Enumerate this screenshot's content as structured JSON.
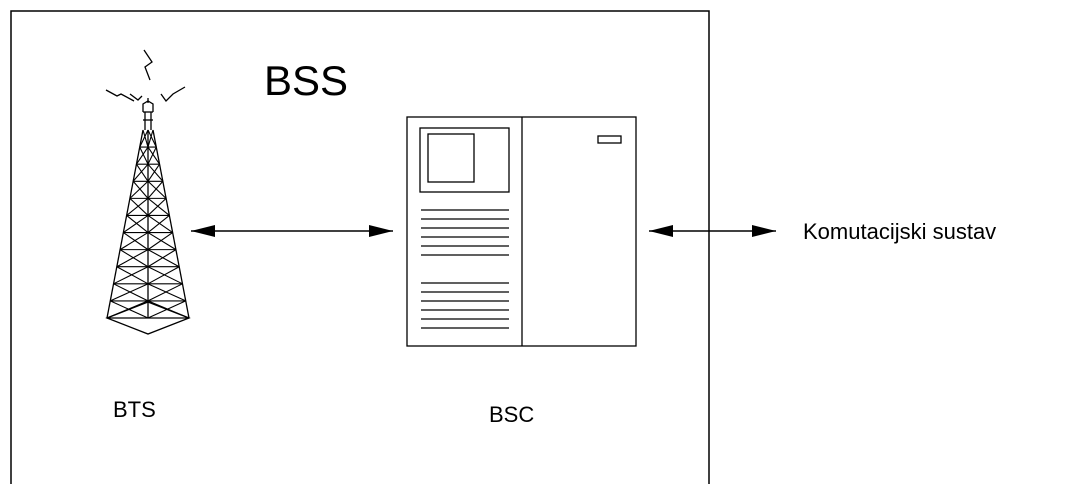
{
  "diagram": {
    "subsystem_label": "BSS",
    "tower_label": "BTS",
    "controller_label": "BSC",
    "external_label": "Komutacijski sustav"
  },
  "colors": {
    "stroke": "#000000",
    "background": "#ffffff"
  },
  "icons": [
    "antenna-tower-icon",
    "server-cabinet-icon",
    "radio-signal-icon"
  ]
}
